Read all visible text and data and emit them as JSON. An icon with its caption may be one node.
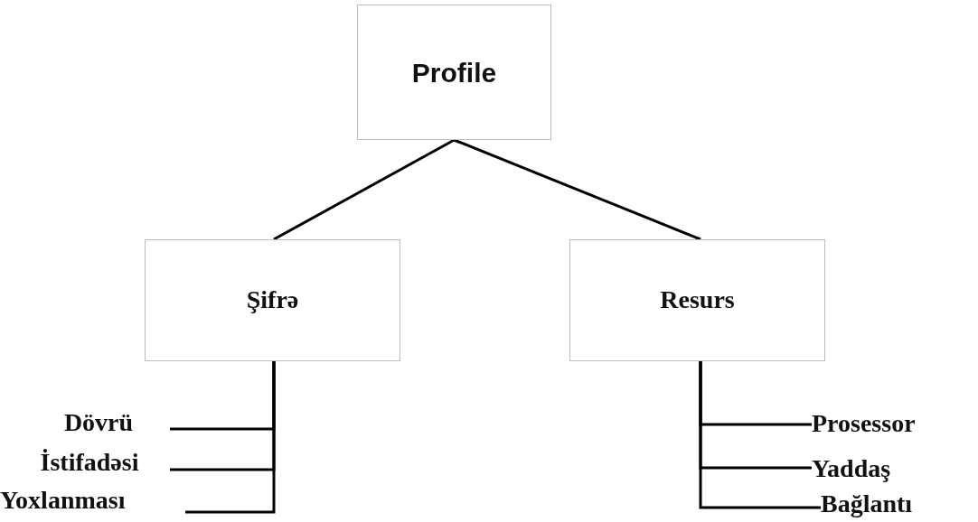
{
  "diagram": {
    "nodes": [
      {
        "text": [
          "Profile"
        ]
      },
      {
        "text": [
          "Şifrə"
        ]
      },
      {
        "text": [
          "Resurs"
        ]
      },
      {
        "text": [
          "Dövrü"
        ]
      },
      {
        "text": [
          "İstifadəsi"
        ]
      },
      {
        "text": [
          "Yoxlanması"
        ]
      },
      {
        "text": [
          "Prosessor"
        ]
      },
      {
        "text": [
          "Yaddaş"
        ]
      },
      {
        "text": [
          "Bağlantı"
        ]
      }
    ],
    "edges": [
      {
        "from": 0,
        "to": 1,
        "arrow": "none"
      },
      {
        "from": 0,
        "to": 2,
        "arrow": "none"
      },
      {
        "from": 1,
        "to": 3,
        "arrow": "none"
      },
      {
        "from": 1,
        "to": 4,
        "arrow": "none"
      },
      {
        "from": 1,
        "to": 5,
        "arrow": "none"
      },
      {
        "from": 2,
        "to": 6,
        "arrow": "none"
      },
      {
        "from": 2,
        "to": 7,
        "arrow": "none"
      },
      {
        "from": 2,
        "to": 8,
        "arrow": "none"
      }
    ]
  }
}
